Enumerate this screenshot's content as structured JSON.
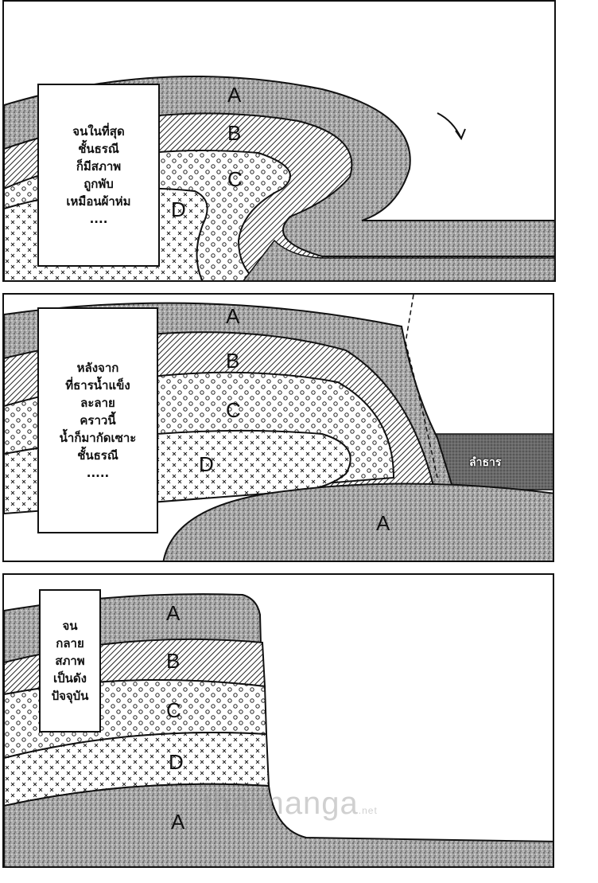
{
  "panels": [
    {
      "caption": [
        "จนในที่สุด",
        "ชั้นธรณี",
        "ก็มีสภาพ",
        "ถูกพับ",
        "เหมือนผ้าห่ม",
        "...."
      ],
      "layers": [
        "A",
        "B",
        "C",
        "D"
      ]
    },
    {
      "caption": [
        "หลังจาก",
        "ที่ธารน้ำแข็ง",
        "ละลาย",
        "คราวนี้",
        "น้ำก็มากัดเซาะ",
        "ชั้นธรณี",
        "....."
      ],
      "layers": [
        "A",
        "B",
        "C",
        "D",
        "A"
      ],
      "stream_label": "ลำธาร"
    },
    {
      "caption": [
        "จน",
        "กลาย",
        "สภาพ",
        "เป็นดัง",
        "ปัจจุบัน"
      ],
      "layers": [
        "A",
        "B",
        "C",
        "D",
        "A"
      ]
    }
  ],
  "watermark": {
    "main": "thaimanga",
    "suffix": ".net"
  },
  "colors": {
    "ink": "#111111",
    "paper": "#ffffff",
    "stipple": "#9a9a9a"
  }
}
